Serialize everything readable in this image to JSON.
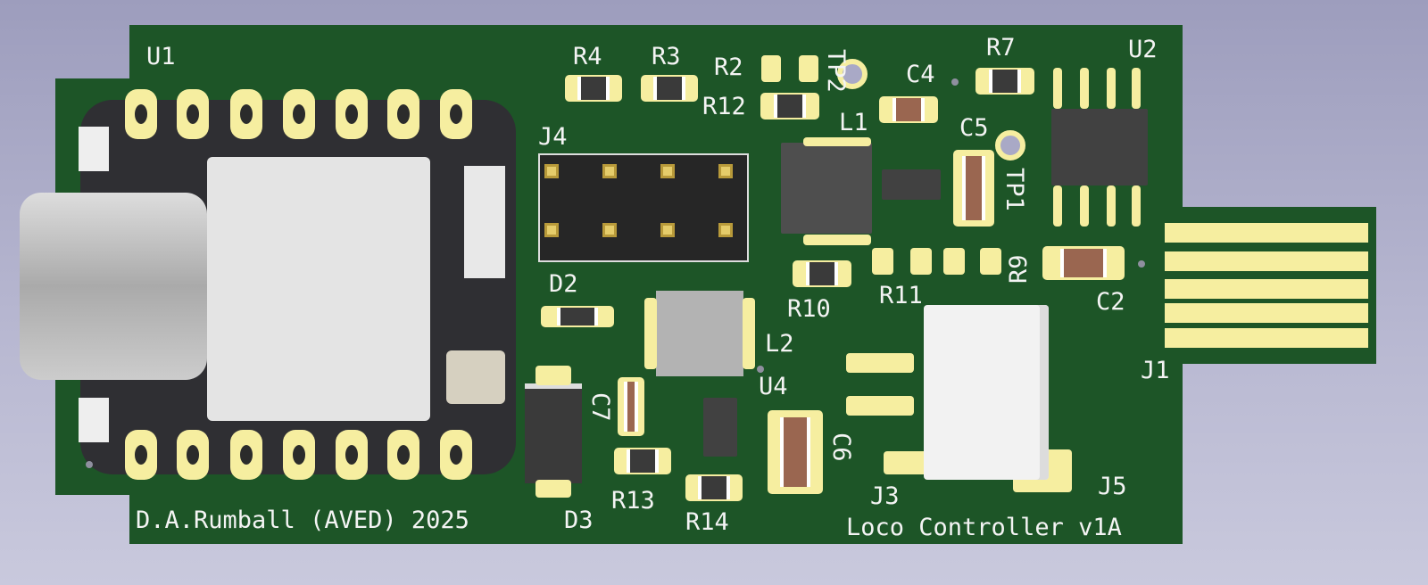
{
  "designators": {
    "U1": "U1",
    "R4": "R4",
    "R3": "R3",
    "R2": "R2",
    "R12": "R12",
    "TP2": "TP2",
    "C4": "C4",
    "R7": "R7",
    "U2": "U2",
    "L1": "L1",
    "C5": "C5",
    "TP1": "TP1",
    "J4": "J4",
    "D2": "D2",
    "R10": "R10",
    "R11": "R11",
    "R9": "R9",
    "C2": "C2",
    "L2": "L2",
    "U4": "U4",
    "C7": "C7",
    "J1": "J1",
    "C6": "C6",
    "J3": "J3",
    "J5": "J5",
    "R13": "R13",
    "R14": "R14",
    "D3": "D3"
  },
  "silkscreen": {
    "author": "D.A.Rumball (AVED) 2025",
    "product": "Loco Controller v1A"
  },
  "colors": {
    "board": "#1d5527",
    "pad": "#f6eea0",
    "silk": "#f4f4f4",
    "background": "#b9b9d2"
  }
}
